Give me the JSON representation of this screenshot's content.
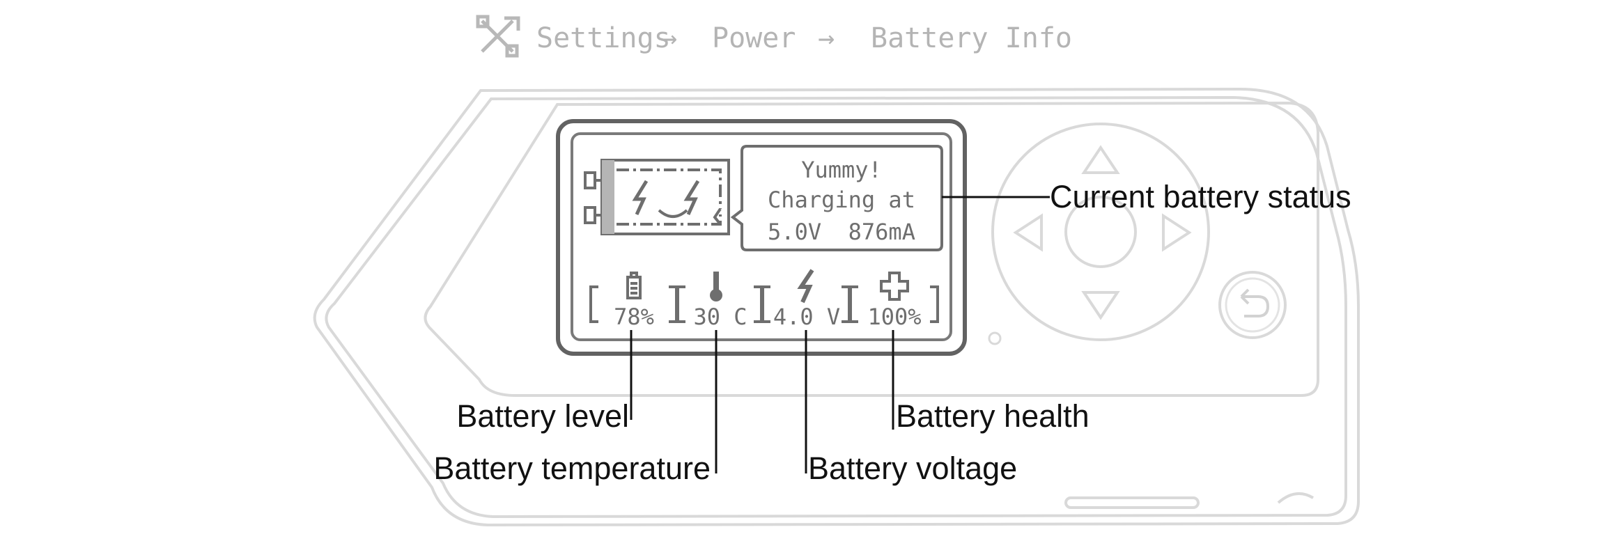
{
  "breadcrumb": {
    "icon": "settings-tools-icon",
    "items": [
      "Settings",
      "Power",
      "Battery Info"
    ],
    "separator": "→"
  },
  "screen": {
    "mascot_icon": "battery-mascot-icon",
    "speech": {
      "line1": "Yummy!",
      "line2": "Charging at",
      "line3": "5.0V  876mA"
    },
    "stats": [
      {
        "icon": "battery-icon",
        "value": "78%"
      },
      {
        "icon": "thermometer-icon",
        "value": "30 C"
      },
      {
        "icon": "lightning-icon",
        "value": "4.0 V"
      },
      {
        "icon": "health-cross-icon",
        "value": "100%"
      }
    ]
  },
  "device": {
    "dpad_icons": [
      "arrow-up-icon",
      "arrow-left-icon",
      "arrow-right-icon",
      "arrow-down-icon"
    ],
    "back_icon": "back-icon"
  },
  "callouts": {
    "status": "Current battery status",
    "level": "Battery level",
    "temperature": "Battery temperature",
    "voltage": "Battery voltage",
    "health": "Battery health"
  },
  "colors": {
    "outline": "#d6d6d6",
    "screen_frame": "#606060",
    "screen_ink": "#6e6e6e",
    "breadcrumb_text": "#b4b4b4",
    "label_text": "#111111"
  }
}
